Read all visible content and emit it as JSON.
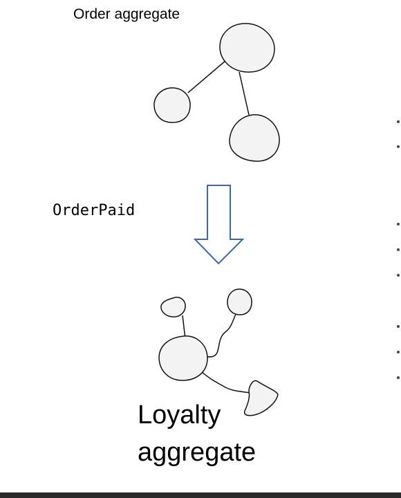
{
  "diagram": {
    "top_label": "Order aggregate",
    "event_label": "OrderPaid",
    "bottom_label_line1": "Loyalty",
    "bottom_label_line2": "aggregate"
  },
  "colors": {
    "blob_fill": "#f4f3f3",
    "blob_stroke": "#111111",
    "arrow_stroke": "#3a66b8",
    "bottom_bar": "#2b2b2b"
  }
}
